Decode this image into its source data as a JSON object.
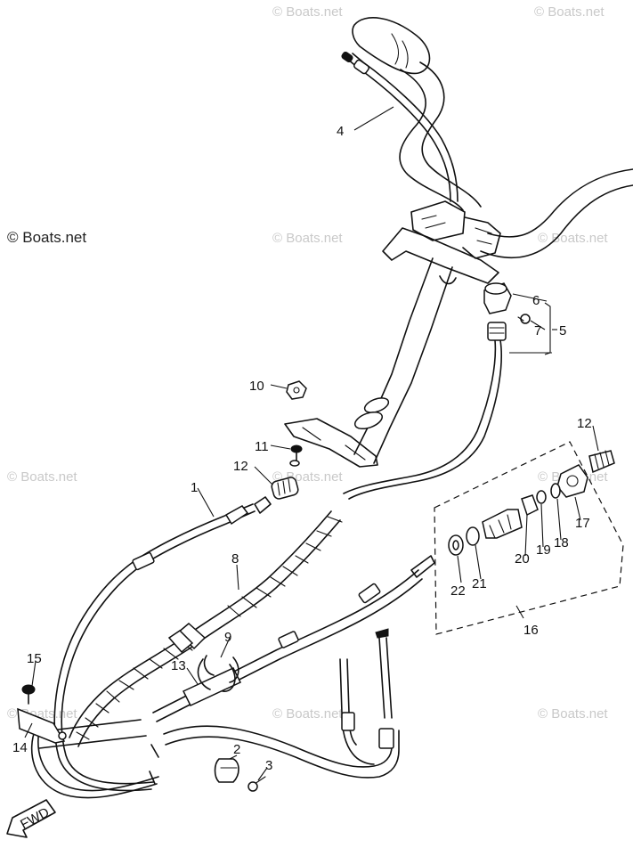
{
  "watermark": {
    "main": "© Boats.net",
    "faded": "© Boats.net"
  },
  "fwd_label": "FWD",
  "callouts": [
    "1",
    "2",
    "3",
    "4",
    "5",
    "6",
    "7",
    "8",
    "9",
    "10",
    "11",
    "12",
    "12",
    "13",
    "14",
    "15",
    "16",
    "17",
    "18",
    "19",
    "20",
    "21",
    "22"
  ]
}
